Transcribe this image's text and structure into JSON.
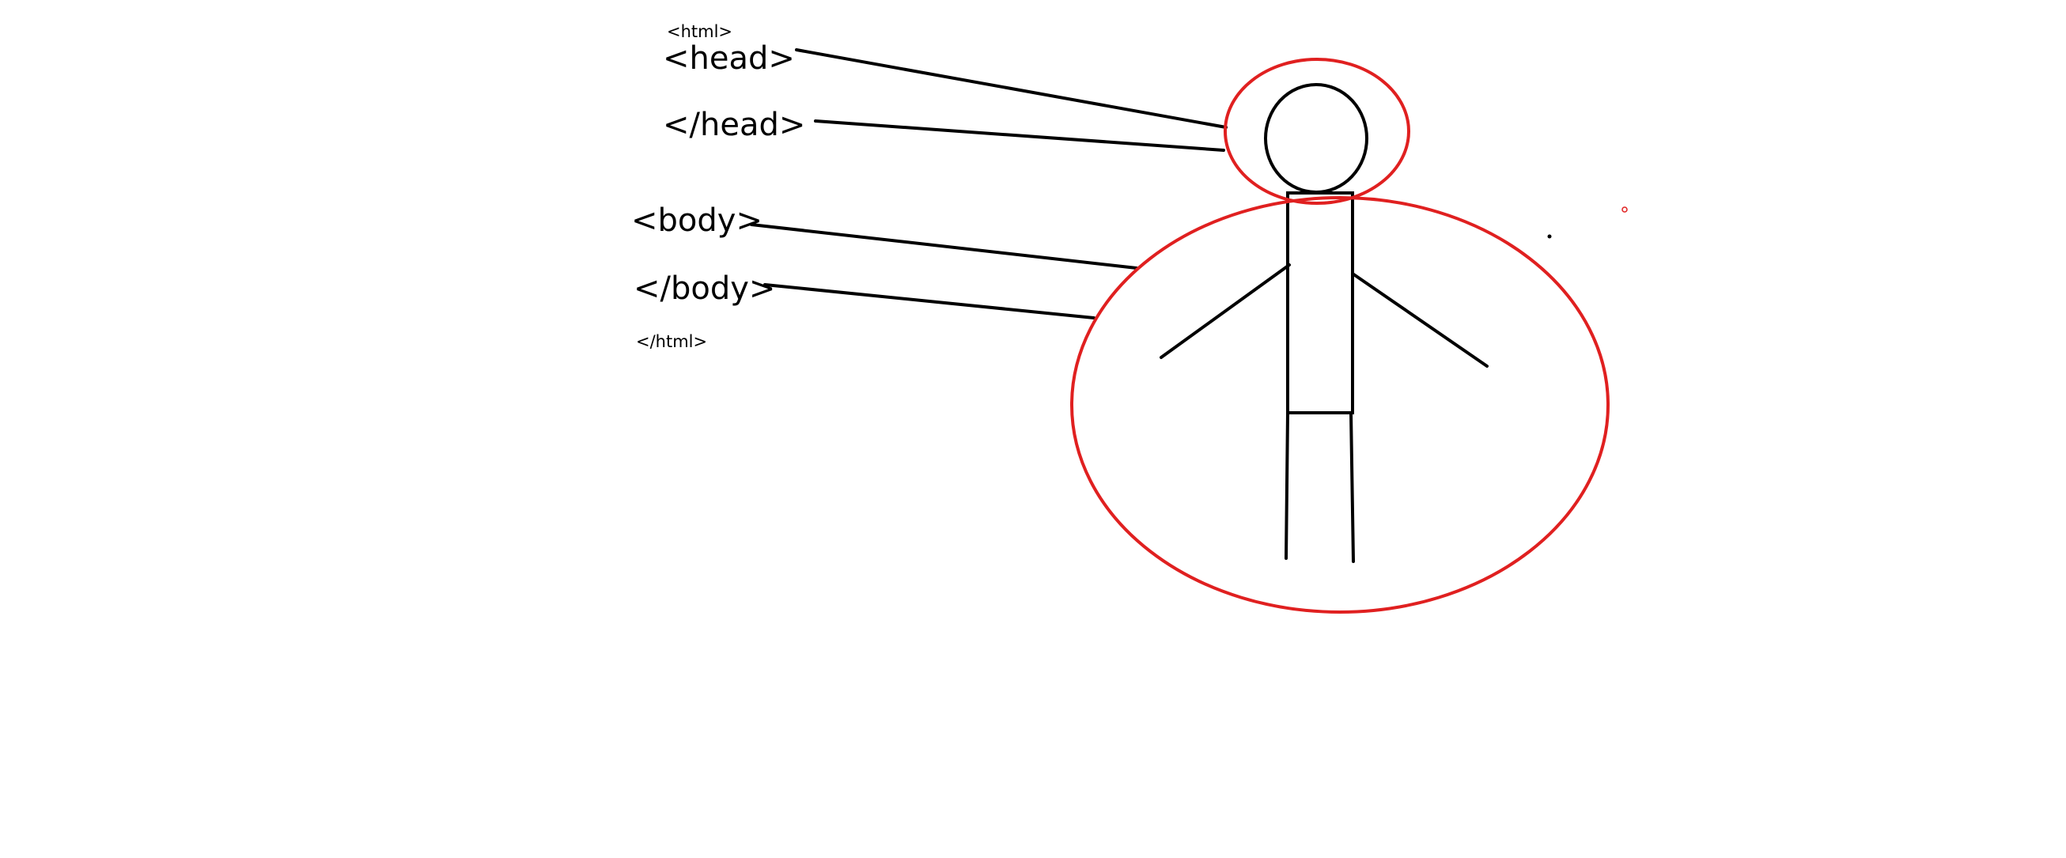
{
  "labels": {
    "html_open": "<html>",
    "head_open": "<head>",
    "head_close": "</head>",
    "body_open": "<body>",
    "body_close": "</body>",
    "html_close": "</html>"
  },
  "colors": {
    "background": "#ffffff",
    "ink": "#000000",
    "highlight": "#e02020"
  }
}
